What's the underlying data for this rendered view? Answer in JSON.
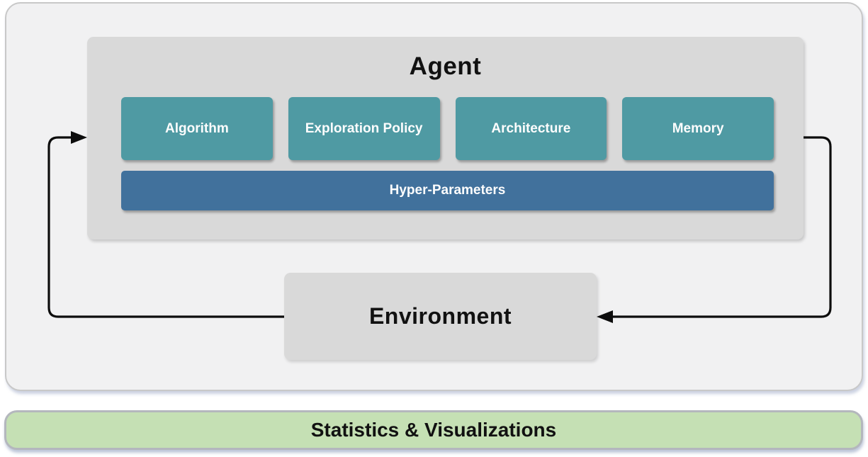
{
  "agent": {
    "title": "Agent",
    "modules": [
      {
        "label": "Algorithm"
      },
      {
        "label": "Exploration Policy"
      },
      {
        "label": "Architecture"
      },
      {
        "label": "Memory"
      }
    ],
    "hyper_parameters_label": "Hyper-Parameters"
  },
  "environment": {
    "title": "Environment"
  },
  "footer": {
    "label": "Statistics & Visualizations"
  },
  "colors": {
    "teal": "#4f9aa3",
    "blue": "#41719c",
    "panel-gray": "#d9d9d9",
    "outer-gray": "#f1f1f2",
    "green": "#c5e0b4",
    "line": "#0d0d0d"
  }
}
